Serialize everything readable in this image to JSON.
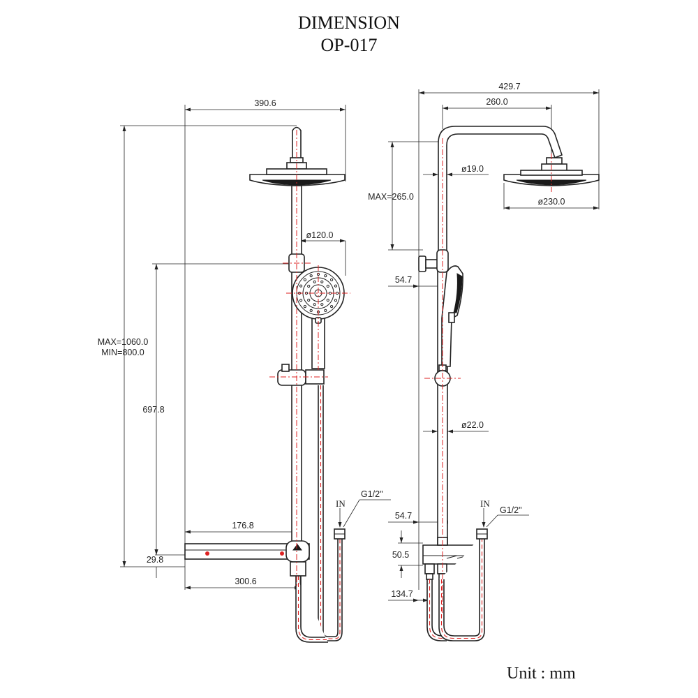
{
  "header": {
    "title": "DIMENSION",
    "model": "OP-017"
  },
  "footer": {
    "unit": "Unit : mm"
  },
  "front_view": {
    "overall_width": "390.6",
    "height_range": {
      "max": "MAX=1060.0",
      "min": "MIN=800.0"
    },
    "hand_shower_diameter": "ø120.0",
    "slider_height": "697.8",
    "shelf_offset": "176.8",
    "shelf_height": "29.8",
    "shelf_length": "300.6",
    "inlet_label": "IN",
    "thread_label": "G1/2\""
  },
  "side_view": {
    "overall_width": "429.7",
    "arm_reach": "260.0",
    "pipe_diameter": "ø19.0",
    "arm_height": "MAX=265.0",
    "head_diameter": "ø230.0",
    "bracket_offset": "54.7",
    "riser_diameter": "ø22.0",
    "valve_offset": "54.7",
    "valve_height": "50.5",
    "inlet_spacing": "134.7",
    "inlet_label": "IN",
    "thread_label": "G1/2\""
  }
}
